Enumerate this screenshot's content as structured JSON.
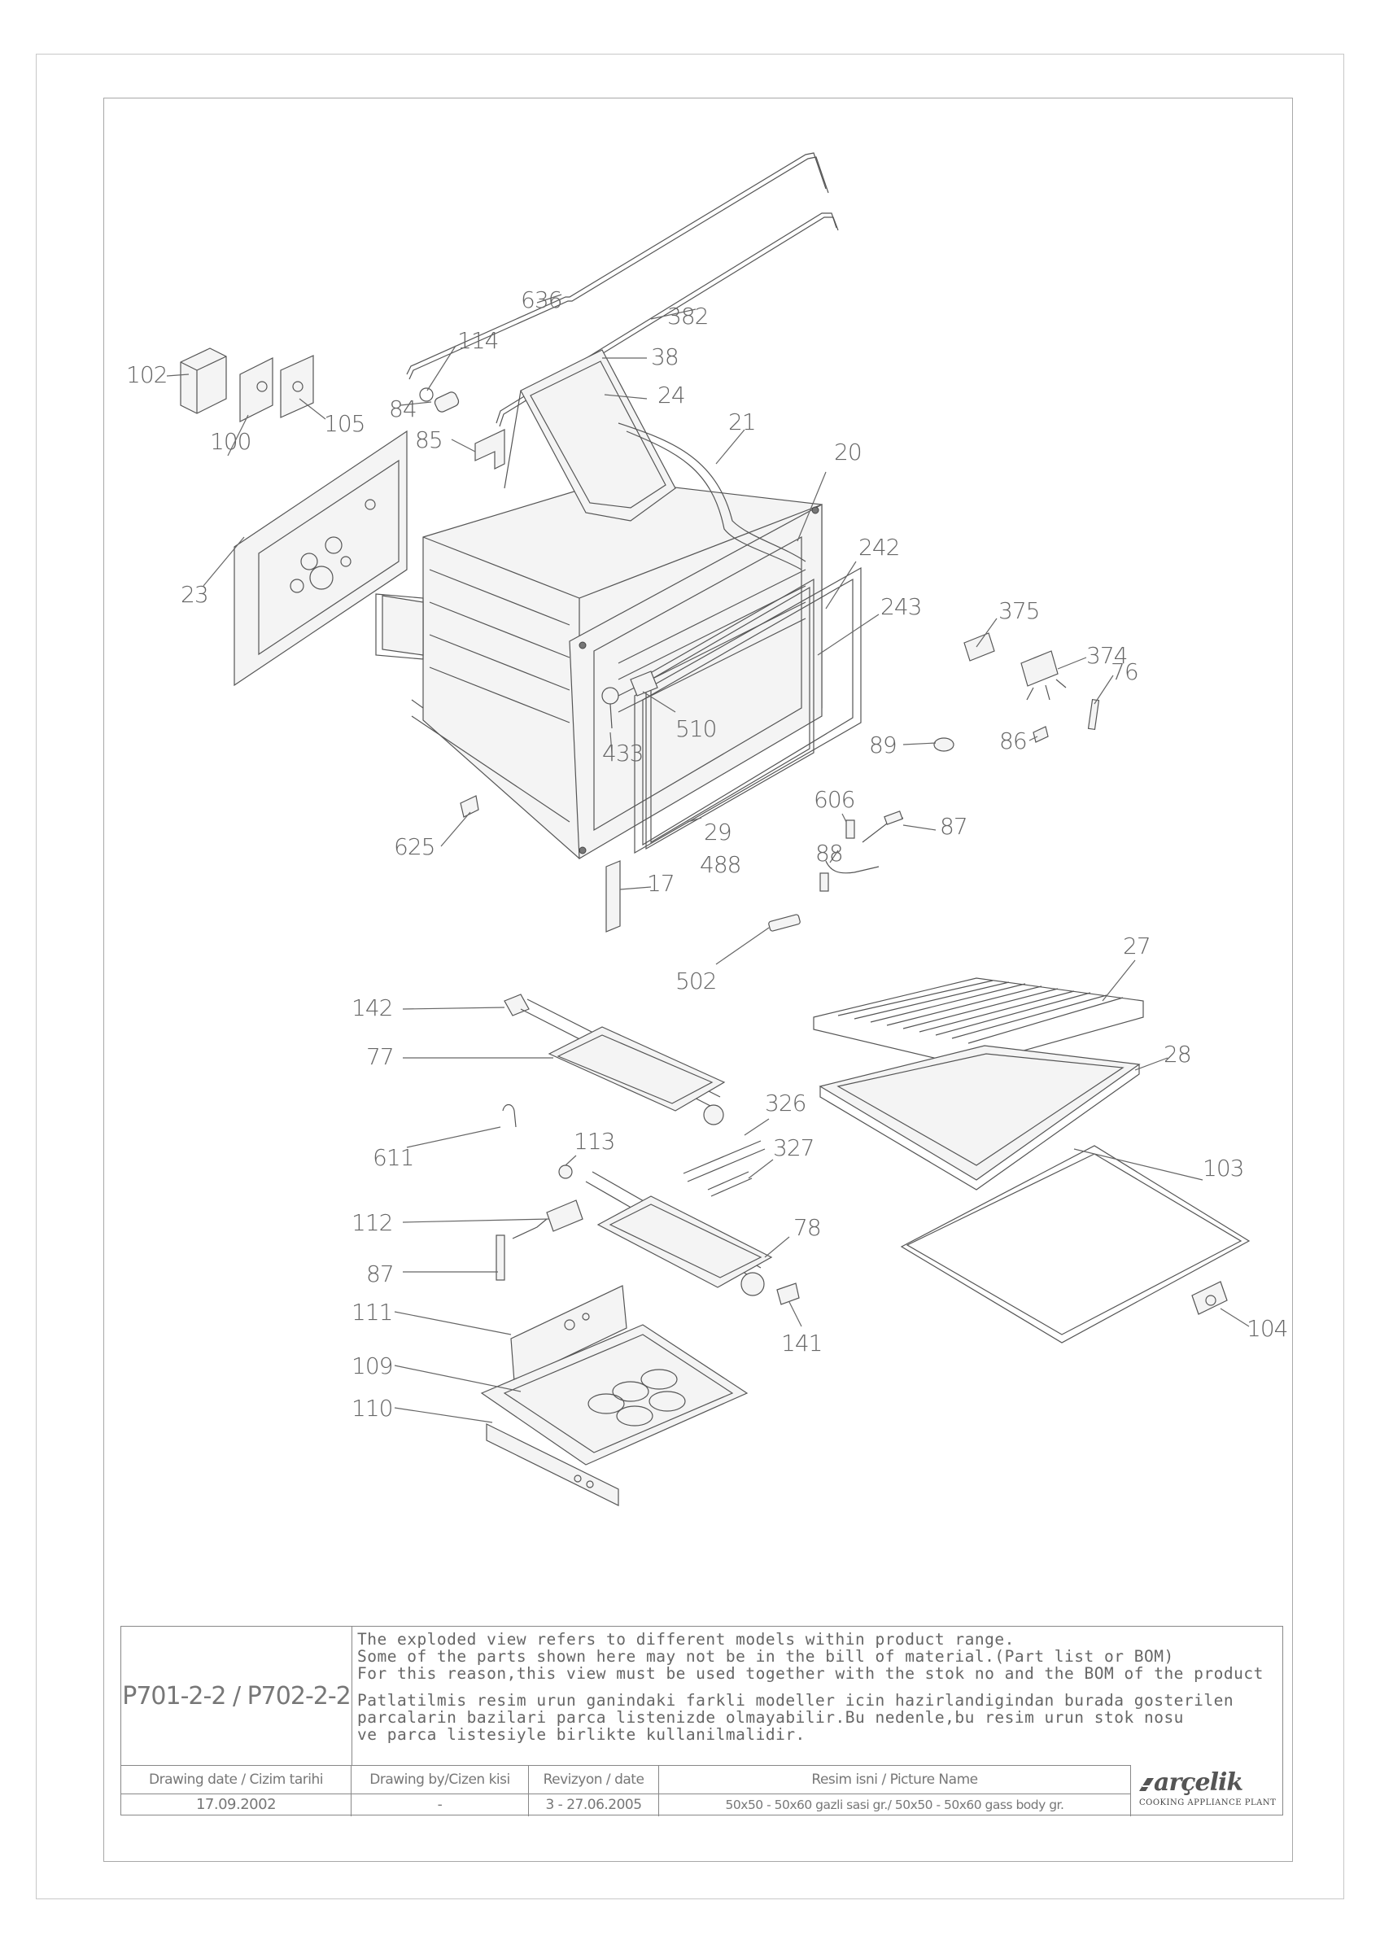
{
  "callouts": {
    "c636": "636",
    "c382": "382",
    "c114": "114",
    "c38": "38",
    "c102": "102",
    "c84": "84",
    "c24": "24",
    "c21": "21",
    "c20": "20",
    "c105": "105",
    "c100": "100",
    "c85": "85",
    "c23": "23",
    "c242": "242",
    "c243": "243",
    "c375": "375",
    "c374": "374",
    "c76": "76",
    "c433": "433",
    "c510": "510",
    "c89": "89",
    "c86": "86",
    "c606": "606",
    "c87a": "87",
    "c625": "625",
    "c29": "29",
    "c488": "488",
    "c88": "88",
    "c17": "17",
    "c502": "502",
    "c27": "27",
    "c142": "142",
    "c77": "77",
    "c28": "28",
    "c326": "326",
    "c327": "327",
    "c611": "611",
    "c113": "113",
    "c103": "103",
    "c112": "112",
    "c78": "78",
    "c87b": "87",
    "c104": "104",
    "c141": "141",
    "c111": "111",
    "c109": "109",
    "c110": "110"
  },
  "title_block": {
    "model_code": "P701-2-2 / P702-2-2",
    "notes_en": [
      "The exploded view refers to different models within product range.",
      "Some of the parts shown here may not be in the bill of material.(Part list or BOM)",
      "For this reason,this view must be used together with the stok no and the BOM of the product"
    ],
    "notes_tr": [
      "Patlatilmis resim urun ganindaki farkli modeller icin hazirlandigindan burada gosterilen",
      "parcalarin bazilari parca listenizde olmayabilir.Bu nedenle,bu resim urun stok nosu",
      "ve parca listesiyle birlikte kullanilmalidir."
    ],
    "headers": {
      "drawing_date": "Drawing date / Cizim tarihi",
      "drawn_by": "Drawing by/Cizen kisi",
      "revision": "Revizyon / date",
      "picture_name": "Resim isni / Picture Name"
    },
    "values": {
      "drawing_date": "17.09.2002",
      "drawn_by": "-",
      "revision": "3 - 27.06.2005",
      "picture_name": "50x50 - 50x60 gazli sasi gr./ 50x50 - 50x60 gass body gr."
    },
    "logo": {
      "brand": "arçelik",
      "subtitle": "COOKING APPLIANCE PLANT"
    }
  }
}
